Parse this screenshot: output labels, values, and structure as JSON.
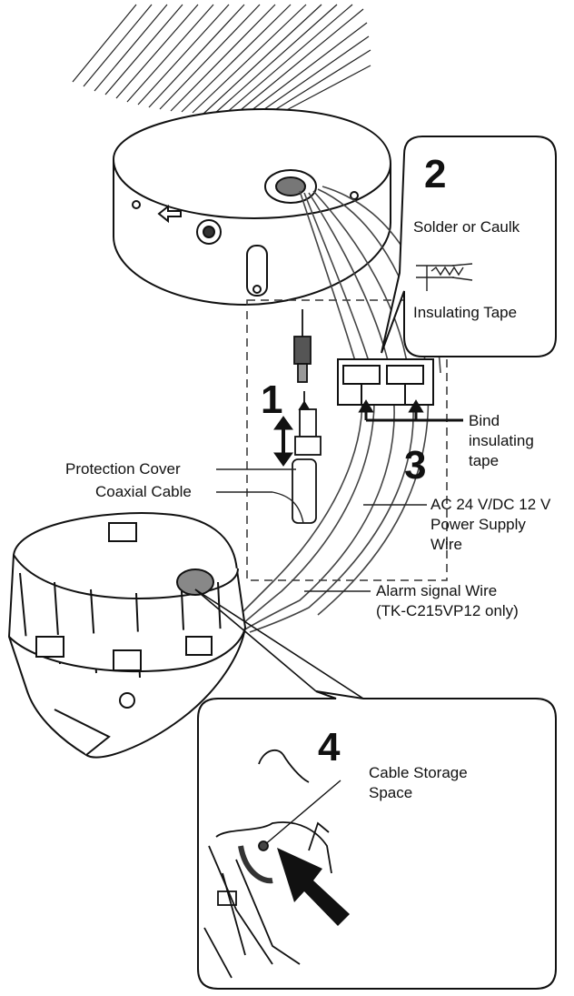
{
  "steps": {
    "step1": "1",
    "step2": "2",
    "step3": "3",
    "step4": "4"
  },
  "labels": {
    "solder_or_caulk": "Solder or Caulk",
    "insulating_tape": "Insulating Tape",
    "bind_line1": "Bind",
    "bind_line2": "insulating",
    "bind_line3": "tape",
    "protection_cover": "Protection Cover",
    "coaxial_cable": "Coaxial Cable",
    "power_line1": "AC 24 V/DC 12 V",
    "power_line2": "Power Supply",
    "power_line3": "Wire",
    "alarm_line1": "Alarm signal Wire",
    "alarm_line2": "(TK-C215VP12 only)",
    "storage_line1": "Cable Storage",
    "storage_line2": "Space"
  }
}
